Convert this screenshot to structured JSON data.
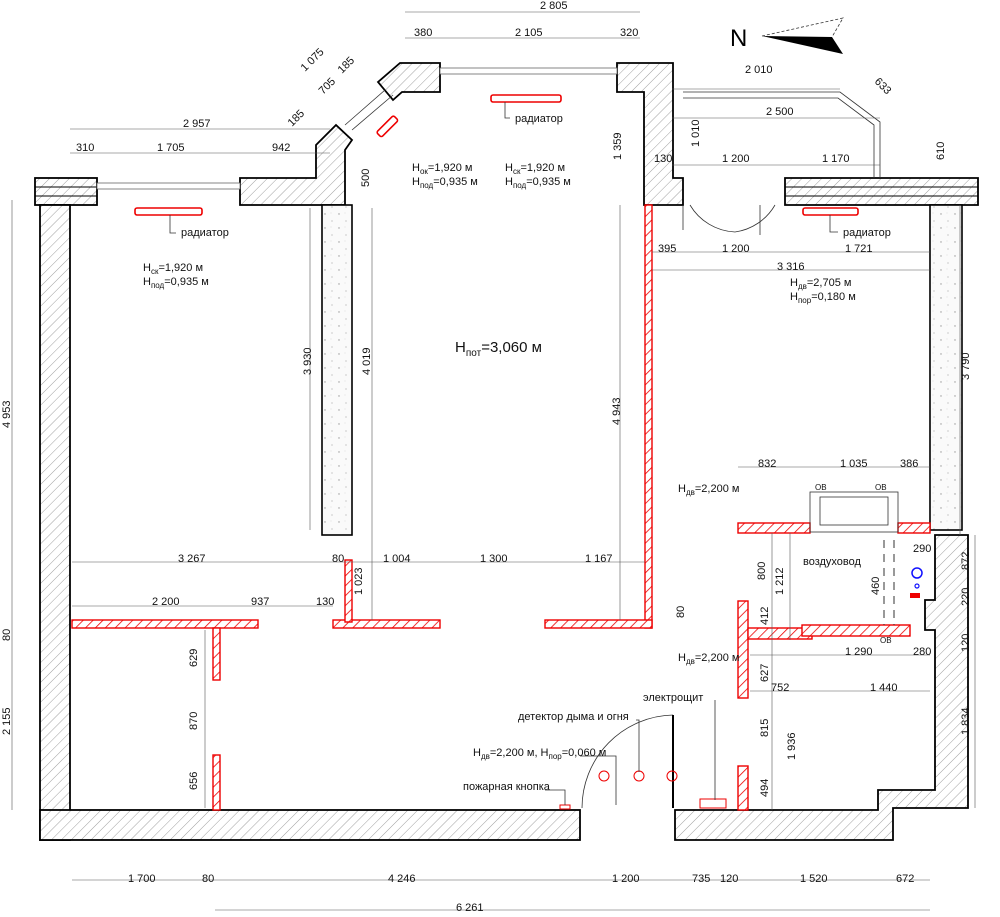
{
  "north_label": "N",
  "ceiling_height": {
    "sub": "пот",
    "value": "=3,060 м"
  },
  "labels": {
    "radiator": "радиатор",
    "duct": "воздуховод",
    "electrical_panel": "электрощит",
    "smoke_detector": "детектор дыма и огня",
    "fire_button": "пожарная кнопка",
    "vent": "ОВ"
  },
  "heights": {
    "window_left_sill": {
      "sub": "ск",
      "value": "=1,920 м"
    },
    "window_left_under": {
      "sub": "под",
      "value": "=0,935 м"
    },
    "window_diag_top": {
      "sub": "ок",
      "value": "=1,920 м"
    },
    "window_diag_under": {
      "sub": "под",
      "value": "=0,935 м"
    },
    "window_mid_top": {
      "sub": "ск",
      "value": "=1,920 м"
    },
    "window_mid_under": {
      "sub": "под",
      "value": "=0,935 м"
    },
    "balcony_door": {
      "sub": "дв",
      "value": "=2,705 м"
    },
    "balcony_threshold": {
      "sub": "пор",
      "value": "=0,180 м"
    },
    "door_bath_1": {
      "sub": "дв",
      "value": "=2,200 м"
    },
    "door_bath_2": {
      "sub": "дв",
      "value": "=2,200 м"
    },
    "entry_door": {
      "sub": "дв",
      "value": "=2,200 м, H"
    },
    "entry_threshold": {
      "sub": "пор",
      "value": "=0,060 м"
    }
  },
  "dims": {
    "top_total": "2 805",
    "top_380": "380",
    "top_2105": "2 105",
    "top_320": "320",
    "diag_1075": "1 075",
    "diag_705": "705",
    "diag_185a": "185",
    "diag_185b": "185",
    "left_2957": "2 957",
    "left_310": "310",
    "left_1705": "1 705",
    "left_942": "942",
    "col_500": "500",
    "v_1359": "1 359",
    "b_130": "130",
    "b_1010": "1 010",
    "b_1200": "1 200",
    "b_1170": "1 170",
    "b_2010": "2 010",
    "b_633": "633",
    "b_2500": "2 500",
    "b_610": "610",
    "r_395": "395",
    "r_1200": "1 200",
    "r_1721": "1 721",
    "r_3316": "3 316",
    "v_3930": "3 930",
    "v_4019": "4 019",
    "v_4943": "4 943",
    "v_4953": "4 953",
    "v_3790": "3 790",
    "h_3267": "3 267",
    "h_80a": "80",
    "h_1004": "1 004",
    "h_1300": "1 300",
    "h_1167": "1 167",
    "v_1023": "1 023",
    "h_2200": "2 200",
    "h_937": "937",
    "h_130": "130",
    "v_80b": "80",
    "v_80c": "80",
    "v_629": "629",
    "v_870": "870",
    "v_656": "656",
    "v_2155": "2 155",
    "h_832": "832",
    "h_1035": "1 035",
    "h_386": "386",
    "h_290": "290",
    "v_800": "800",
    "v_1212": "1 212",
    "v_460": "460",
    "v_872": "872",
    "v_220": "220",
    "v_412": "412",
    "v_120": "120",
    "h_1290": "1 290",
    "h_280": "280",
    "v_627": "627",
    "h_752": "752",
    "h_1440": "1 440",
    "v_1834": "1 834",
    "v_815": "815",
    "v_1936": "1 936",
    "v_494": "494",
    "bot_1700": "1 700",
    "bot_80": "80",
    "bot_4246": "4 246",
    "bot_1200": "1 200",
    "bot_735": "735",
    "bot_120": "120",
    "bot_1520": "1 520",
    "bot_672": "672",
    "bot_6261": "6 261"
  },
  "colors": {
    "new_walls": "#e00000",
    "existing_walls": "#000000",
    "utilities": "#1a1aff"
  }
}
